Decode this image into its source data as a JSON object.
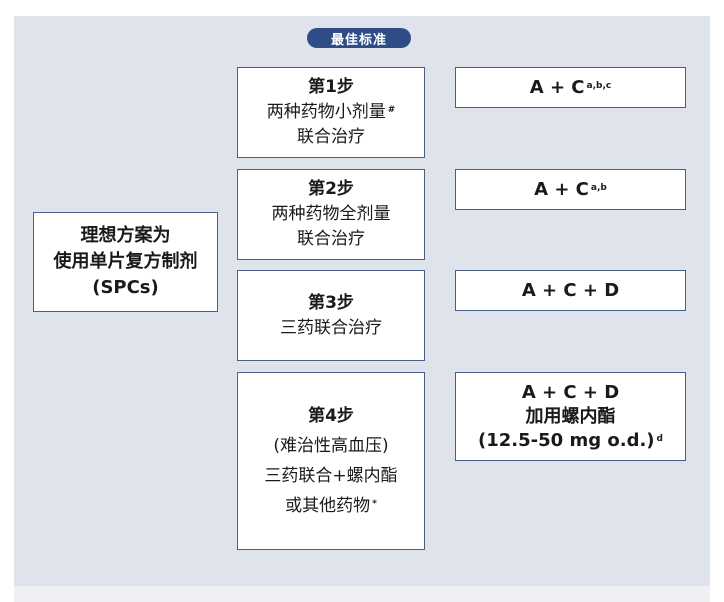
{
  "header_badge": "最佳标准",
  "ideal": {
    "line1": "理想方案为",
    "line2": "使用单片复方制剂",
    "line3": "(SPCs)"
  },
  "steps": [
    {
      "title": "第1步",
      "line1": "两种药物小剂量",
      "line1_sup": "#",
      "line2": "联合治疗"
    },
    {
      "title": "第2步",
      "line1": "两种药物全剂量",
      "line2": "联合治疗"
    },
    {
      "title": "第3步",
      "line1": "三药联合治疗"
    },
    {
      "title": "第4步",
      "line1": "(难治性高血压)",
      "line2": "三药联合+螺内酯",
      "line3": "或其他药物",
      "line3_sup": "*"
    }
  ],
  "results": [
    {
      "text": "A + C",
      "sup": "a,b,c"
    },
    {
      "text": "A + C",
      "sup": "a,b"
    },
    {
      "text": "A + C + D"
    },
    {
      "line1": "A + C + D",
      "line2": "加用螺内酯",
      "line3": "(12.5-50 mg o.d.)",
      "line3_sup": "d"
    }
  ]
}
